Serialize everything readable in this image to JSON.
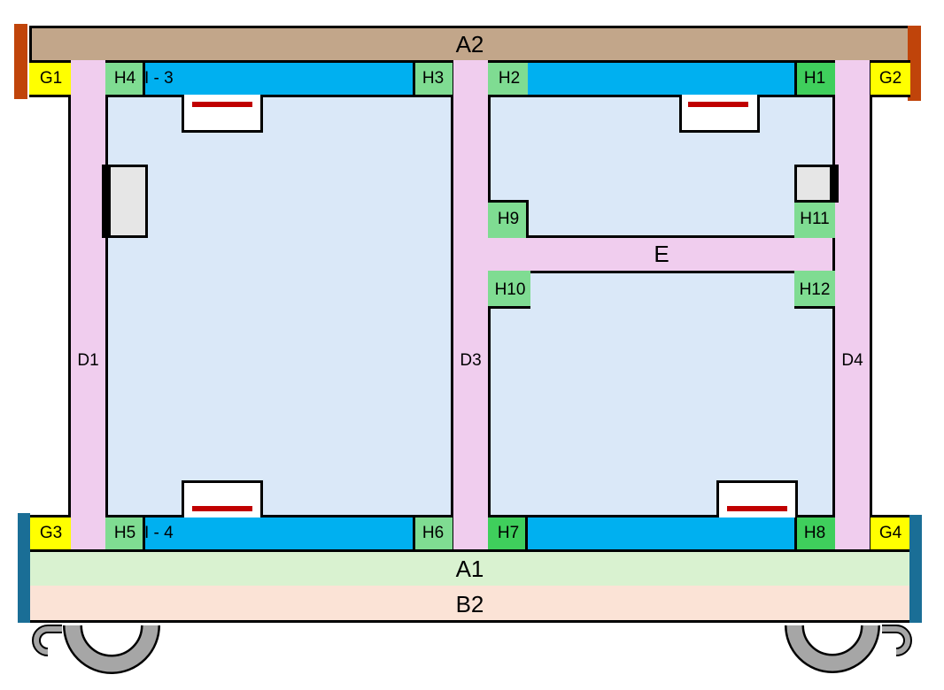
{
  "rails": {
    "a2": "A2",
    "a1": "A1",
    "b2": "B2",
    "e": "E"
  },
  "posts": {
    "d1": "D1",
    "d3": "D3",
    "d4": "D4"
  },
  "beams": {
    "i3": "I - 3",
    "i4": "I - 4"
  },
  "corners": {
    "g1": "G1",
    "g2": "G2",
    "g3": "G3",
    "g4": "G4"
  },
  "joints": {
    "h1": "H1",
    "h2": "H2",
    "h3": "H3",
    "h4": "H4",
    "h5": "H5",
    "h6": "H6",
    "h7": "H7",
    "h8": "H8",
    "h9": "H9",
    "h10": "H10",
    "h11": "H11",
    "h12": "H12"
  },
  "colors": {
    "top_rail": "#c2a68a",
    "bottom_rail_a1": "#d9f2d0",
    "bottom_rail_b2": "#fbe3d6",
    "post_pink": "#f0cdee",
    "beam_blue": "#00b0f0",
    "joint_green": "#7fdc92",
    "joint_green_dark": "#3fcf5c",
    "corner_yellow": "#ffff00",
    "panel_blue": "#dae8f8",
    "end_cap_orange": "#c0440a",
    "end_cap_teal": "#1a6e96",
    "handle_red": "#c00000",
    "hinge_gray": "#e6e6e6",
    "wheel_gray": "#a6a6a6"
  }
}
